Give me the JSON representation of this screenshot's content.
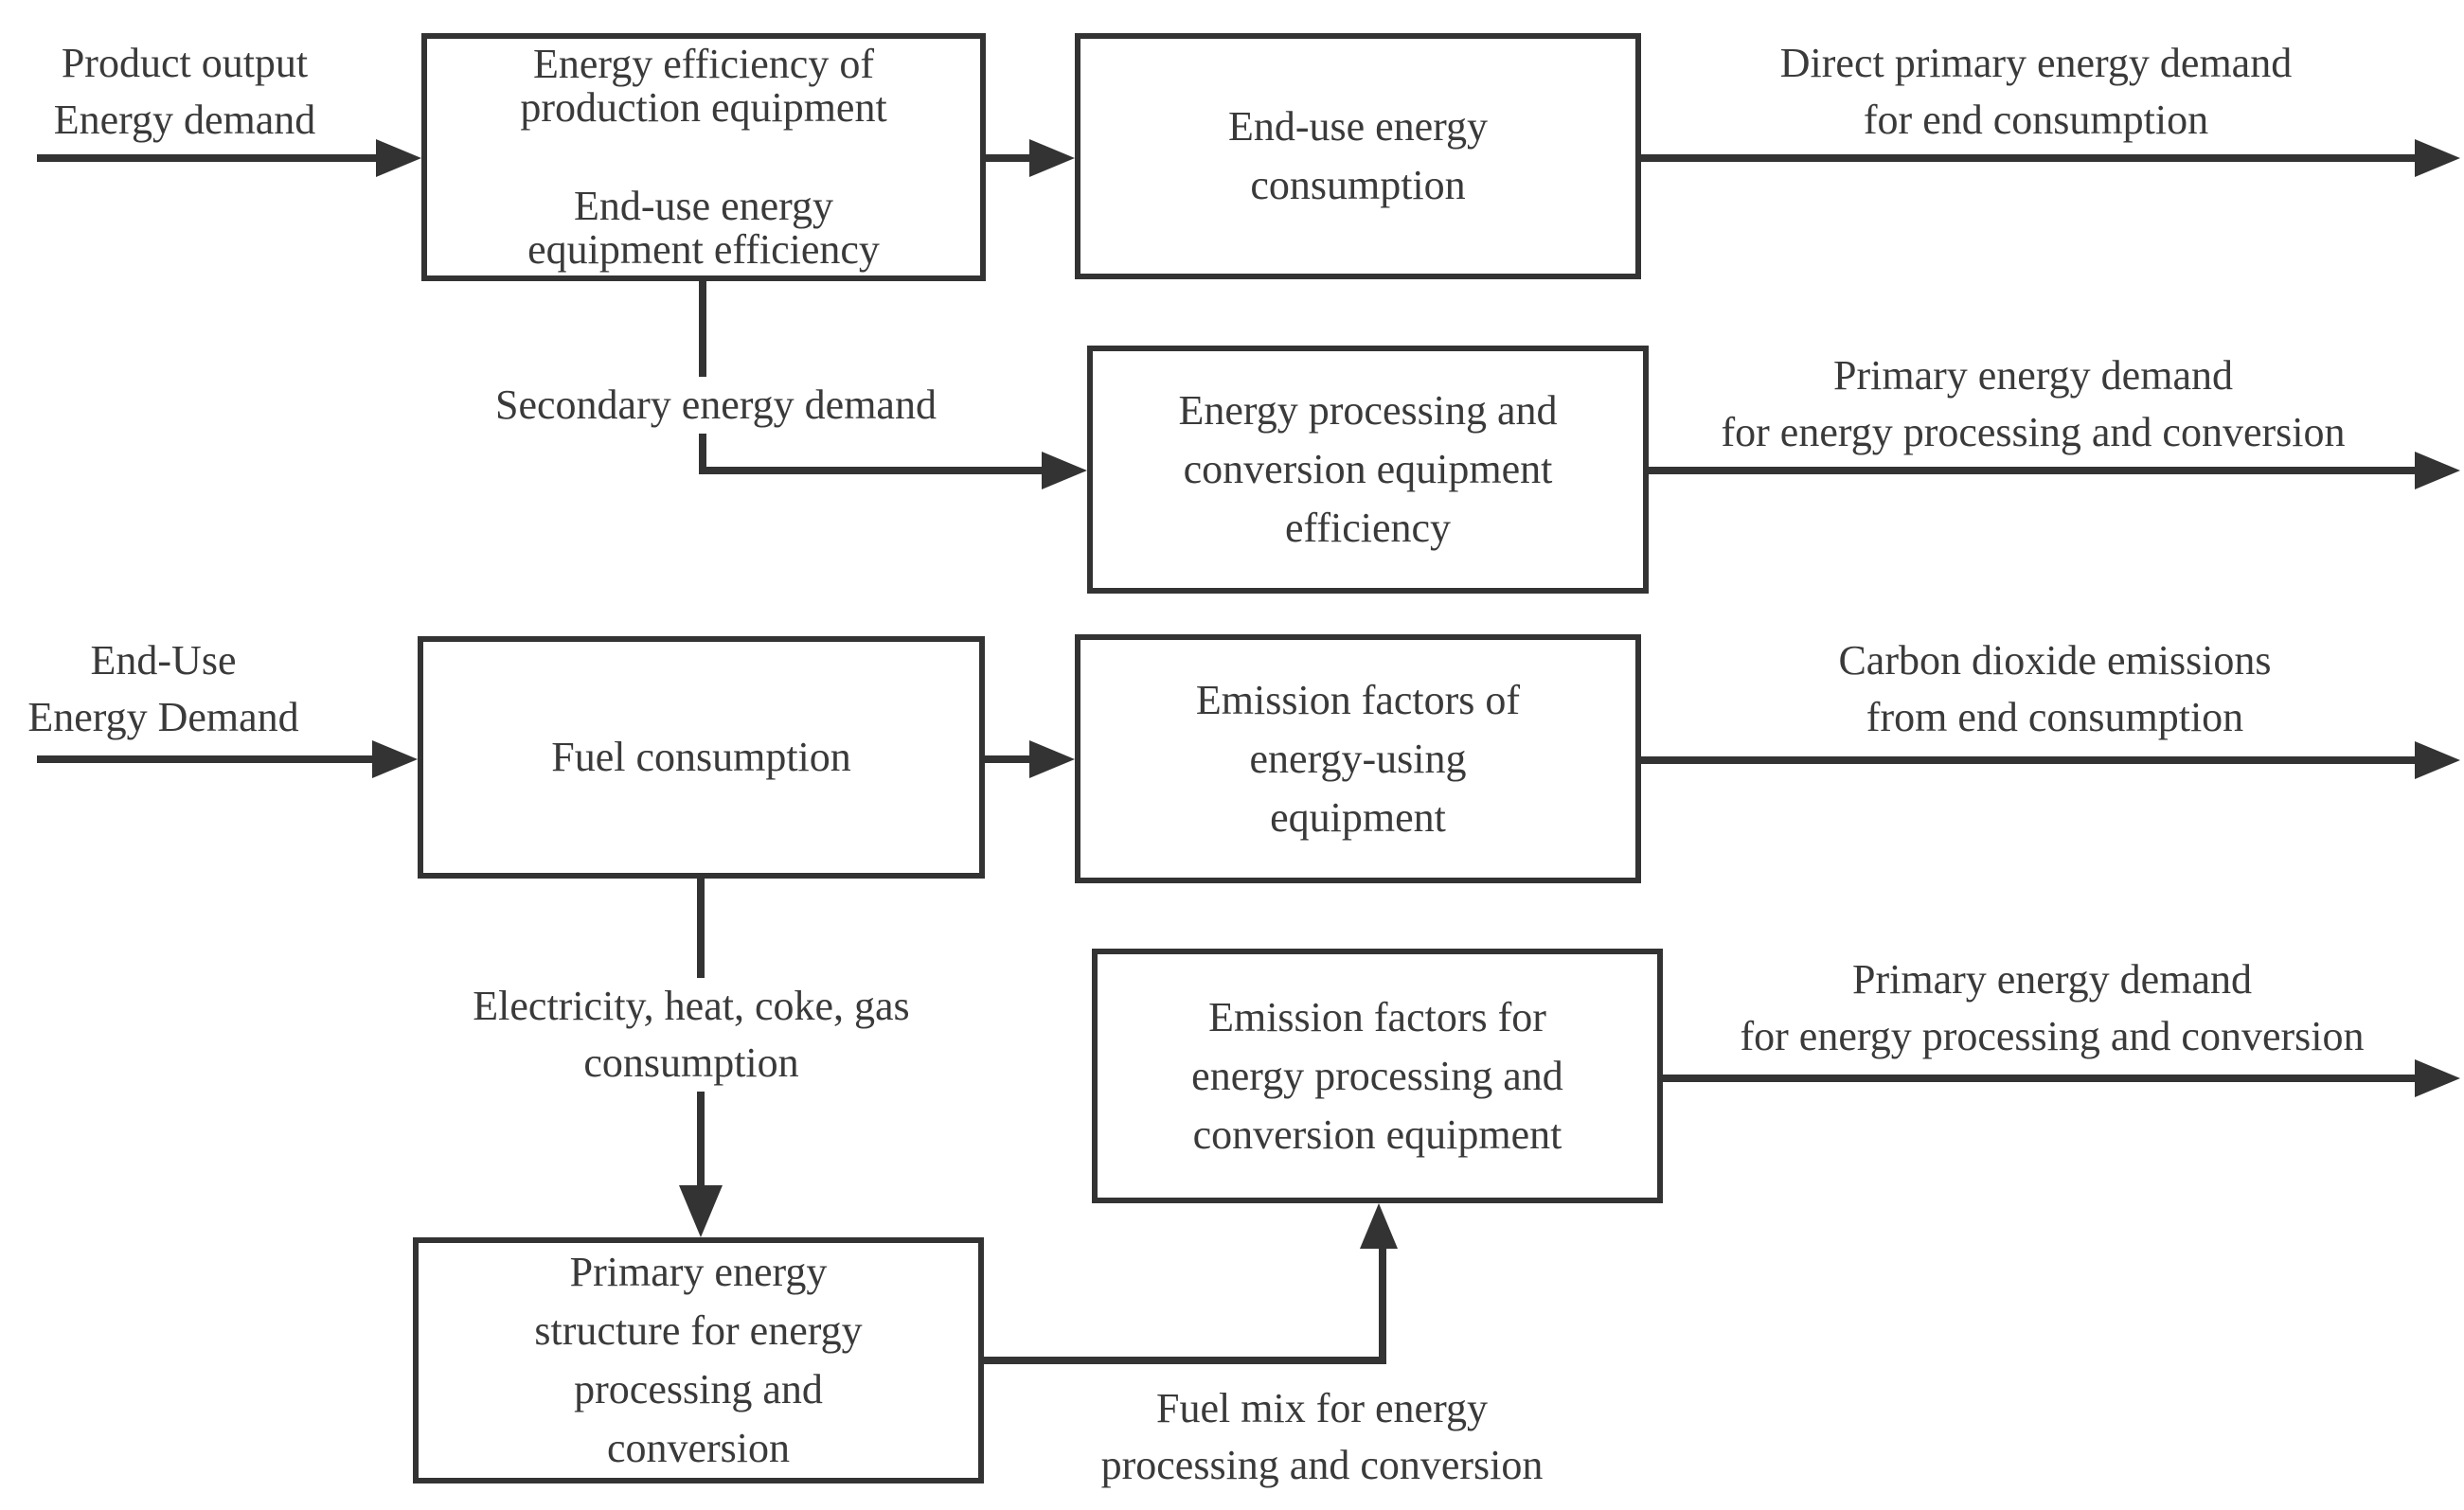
{
  "diagram": {
    "colors": {
      "background": "#ffffff",
      "ink": "#333333",
      "text": "#3a3a3a"
    },
    "boxes": {
      "efficiency": {
        "paragraphs": [
          [
            "Energy efficiency of",
            "production equipment"
          ],
          [
            "End-use energy",
            "equipment efficiency"
          ]
        ]
      },
      "end_use_consumption": {
        "lines": [
          "End-use energy",
          "consumption"
        ]
      },
      "processing_efficiency": {
        "lines": [
          "Energy processing and",
          "conversion equipment",
          "efficiency"
        ]
      },
      "fuel_consumption": {
        "lines": [
          "Fuel consumption"
        ]
      },
      "emission_factors_end_use": {
        "lines": [
          "Emission factors of",
          "energy-using",
          "equipment"
        ]
      },
      "emission_factors_conversion": {
        "lines": [
          "Emission factors for",
          "energy processing and",
          "conversion equipment"
        ]
      },
      "primary_energy_structure": {
        "lines": [
          "Primary energy",
          "structure for energy",
          "processing and",
          "conversion"
        ]
      }
    },
    "labels": {
      "product_output": {
        "lines": [
          "Product output",
          "Energy demand"
        ]
      },
      "direct_primary_demand": {
        "lines": [
          "Direct primary energy demand",
          "for end consumption"
        ]
      },
      "secondary_demand": {
        "lines": [
          "Secondary energy demand"
        ]
      },
      "primary_epc_top": {
        "lines": [
          "Primary energy demand",
          "for energy processing and conversion"
        ]
      },
      "end_use_demand": {
        "lines": [
          "End-Use",
          "Energy Demand"
        ]
      },
      "co2_emissions": {
        "lines": [
          "Carbon dioxide emissions",
          "from end consumption"
        ]
      },
      "electricity_consumption": {
        "lines": [
          "Electricity, heat, coke, gas",
          "consumption"
        ]
      },
      "primary_epc_bottom": {
        "lines": [
          "Primary energy demand",
          "for energy processing and conversion"
        ]
      },
      "fuel_mix": {
        "lines": [
          "Fuel mix for energy",
          "processing and conversion"
        ]
      }
    }
  }
}
